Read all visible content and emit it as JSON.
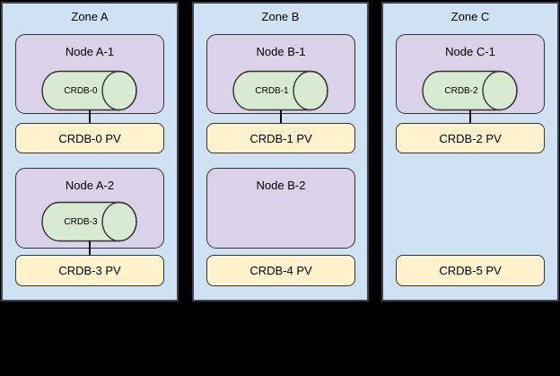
{
  "background_color": "#000000",
  "palette": {
    "zone_fill": "#cfe2f3",
    "zone_border": "#37474f",
    "node_fill": "#d9d2e9",
    "node_border": "#333333",
    "pod_fill": "#d9ead3",
    "pod_border": "#333333",
    "pv_fill": "#fff2cc",
    "pv_border": "#333333",
    "connector_color": "#000000",
    "text_color": "#000000"
  },
  "zones": [
    {
      "title": "Zone A",
      "nodes": [
        {
          "title": "Node A-1",
          "pod": "CRDB-0"
        },
        {
          "title": "Node A-2",
          "pod": "CRDB-3"
        }
      ],
      "pvs": [
        "CRDB-0 PV",
        "CRDB-3 PV"
      ]
    },
    {
      "title": "Zone B",
      "nodes": [
        {
          "title": "Node B-1",
          "pod": "CRDB-1"
        },
        {
          "title": "Node B-2"
        }
      ],
      "pvs": [
        "CRDB-1 PV",
        "CRDB-4 PV"
      ]
    },
    {
      "title": "Zone C",
      "nodes": [
        {
          "title": "Node C-1",
          "pod": "CRDB-2"
        }
      ],
      "pvs": [
        "CRDB-2 PV",
        "CRDB-5 PV"
      ]
    }
  ]
}
